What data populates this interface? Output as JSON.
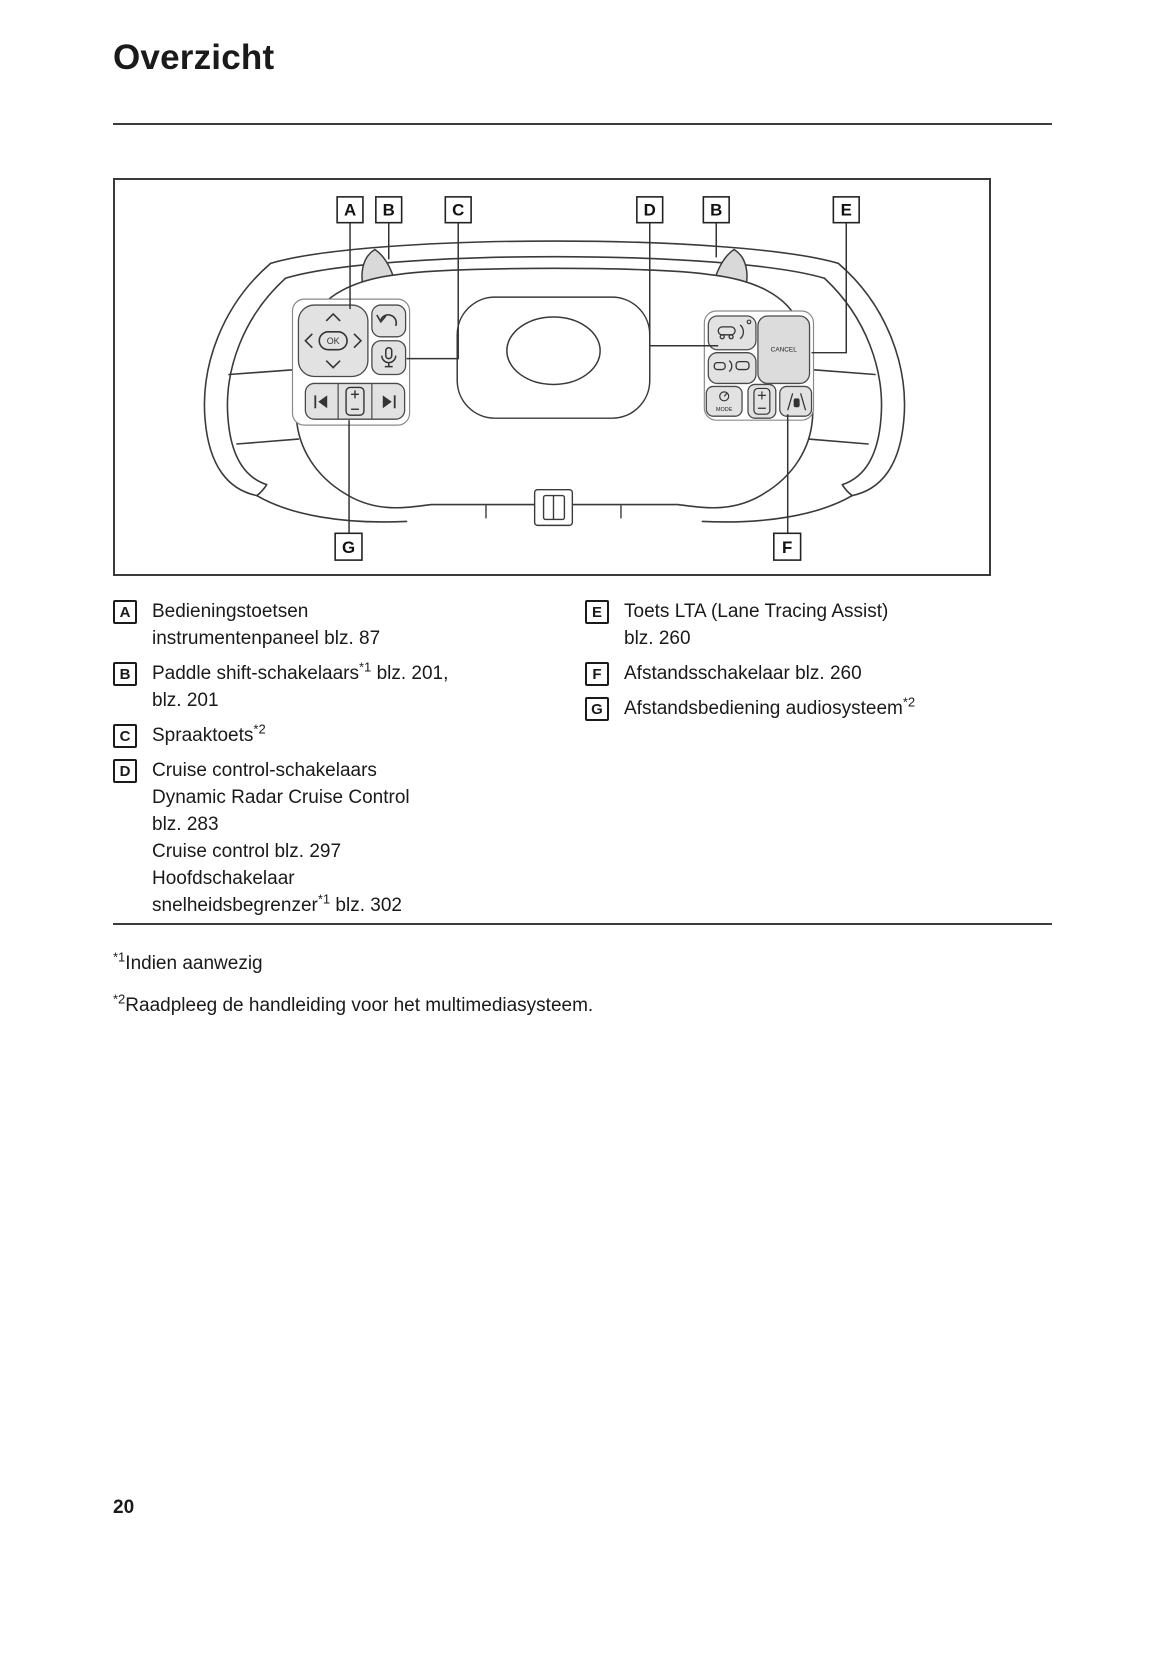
{
  "document": {
    "title": "Overzicht",
    "page_number": "20"
  },
  "diagram": {
    "callouts": {
      "top": [
        "A",
        "B",
        "C",
        "D",
        "B",
        "E"
      ],
      "bottom": [
        "G",
        "F"
      ]
    },
    "button_labels": {
      "ok": "OK",
      "cancel": "CANCEL",
      "mode": "MODE"
    }
  },
  "legend": {
    "left": [
      {
        "key": "A",
        "segments": [
          {
            "t": "Bedieningstoetsen\ninstrumentenpaneel blz. 87"
          }
        ]
      },
      {
        "key": "B",
        "segments": [
          {
            "t": "Paddle shift-schakelaars"
          },
          {
            "t": "*1",
            "sup": true
          },
          {
            "t": " blz. 201,\nblz. 201"
          }
        ]
      },
      {
        "key": "C",
        "segments": [
          {
            "t": "Spraaktoets"
          },
          {
            "t": "*2",
            "sup": true
          }
        ]
      },
      {
        "key": "D",
        "segments": [
          {
            "t": "Cruise control-schakelaars\nDynamic Radar Cruise Control\nblz. 283\nCruise control blz. 297\nHoofdschakelaar\nsnelheidsbegrenzer"
          },
          {
            "t": "*1",
            "sup": true
          },
          {
            "t": " blz. 302"
          }
        ]
      }
    ],
    "right": [
      {
        "key": "E",
        "segments": [
          {
            "t": "Toets LTA (Lane Tracing Assist)\nblz. 260"
          }
        ]
      },
      {
        "key": "F",
        "segments": [
          {
            "t": "Afstandsschakelaar blz. 260"
          }
        ]
      },
      {
        "key": "G",
        "segments": [
          {
            "t": "Afstandsbediening audiosysteem"
          },
          {
            "t": "*2",
            "sup": true
          }
        ]
      }
    ]
  },
  "footnotes": [
    {
      "sup": "*1",
      "text": "Indien aanwezig"
    },
    {
      "sup": "*2",
      "text": "Raadpleeg de handleiding voor het multimediasysteem."
    }
  ]
}
